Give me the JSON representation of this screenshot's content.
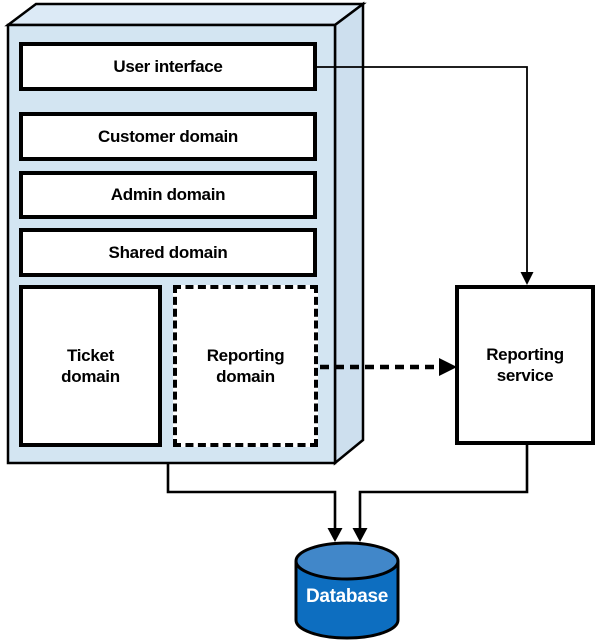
{
  "diagram": {
    "monolith": {
      "layers": [
        {
          "label": "User interface"
        },
        {
          "label": "Customer domain"
        },
        {
          "label": "Admin domain"
        },
        {
          "label": "Shared domain"
        }
      ],
      "modules": [
        {
          "label": "Ticket domain",
          "border_style": "solid"
        },
        {
          "label": "Reporting domain",
          "border_style": "dashed"
        }
      ]
    },
    "external": {
      "reporting_service": {
        "label": "Reporting service"
      },
      "database": {
        "label": "Database"
      }
    },
    "connections": [
      {
        "from": "User interface",
        "to": "Reporting service",
        "style": "solid-thin-arrow"
      },
      {
        "from": "Reporting domain",
        "to": "Reporting service",
        "style": "dashed-thick-arrow"
      },
      {
        "from": "Monolith",
        "to": "Database",
        "style": "solid-arrow"
      },
      {
        "from": "Reporting service",
        "to": "Database",
        "style": "solid-arrow"
      }
    ],
    "colors": {
      "box_front": "#d3e5f2",
      "box_top": "#dceaf6",
      "box_side": "#cddfee",
      "outline": "#000000",
      "db_body": "#0d6ec0",
      "db_top": "#4187c9",
      "db_label": "#ffffff"
    }
  }
}
